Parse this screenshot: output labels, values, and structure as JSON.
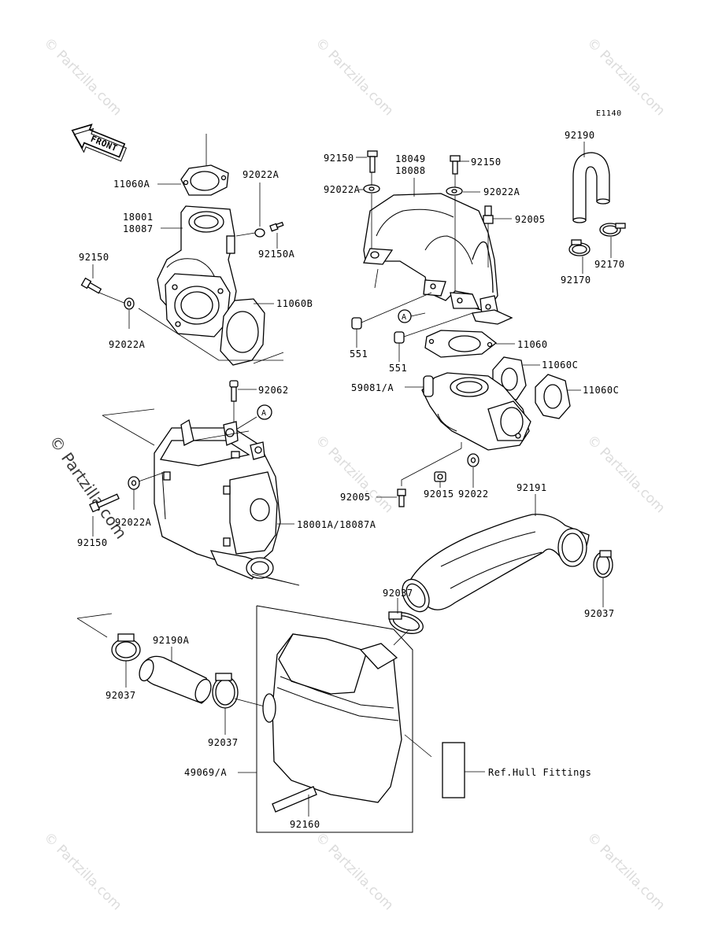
{
  "diagram_code": "E1140",
  "front_label": "FRONT",
  "callout_a": "A",
  "watermark_text": "© Partzilla.com",
  "side_watermark_text": "© Partzilla.com",
  "labels": {
    "l11060A": "11060A",
    "l18001": "18001",
    "l18087": "18087",
    "l92022A_left": "92022A",
    "l92150A": "92150A",
    "l92150_left": "92150",
    "l11060B": "11060B",
    "l92022A_low": "92022A",
    "l92150_top1": "92150",
    "l18049": "18049",
    "l18088": "18088",
    "l92150_top2": "92150",
    "l92022A_mid": "92022A",
    "l92022A_right": "92022A",
    "l92005_top": "92005",
    "l92190": "92190",
    "l92170_a": "92170",
    "l92170_b": "92170",
    "l551_a": "551",
    "l551_b": "551",
    "l11060": "11060",
    "l11060C_a": "11060C",
    "l11060C_b": "11060C",
    "l59081": "59081/A",
    "l92062": "92062",
    "l18001A": "18001A/18087A",
    "l92022A_chamber": "92022A",
    "l92150_chamber": "92150",
    "l92005_bottom": "92005",
    "l92015": "92015",
    "l92022": "92022",
    "l92191": "92191",
    "l92037_mid": "92037",
    "l92037_right": "92037",
    "l92190A": "92190A",
    "l92037_left": "92037",
    "l92037_center": "92037",
    "l49069": "49069/A",
    "lref": "Ref.Hull Fittings",
    "l92160": "92160"
  }
}
